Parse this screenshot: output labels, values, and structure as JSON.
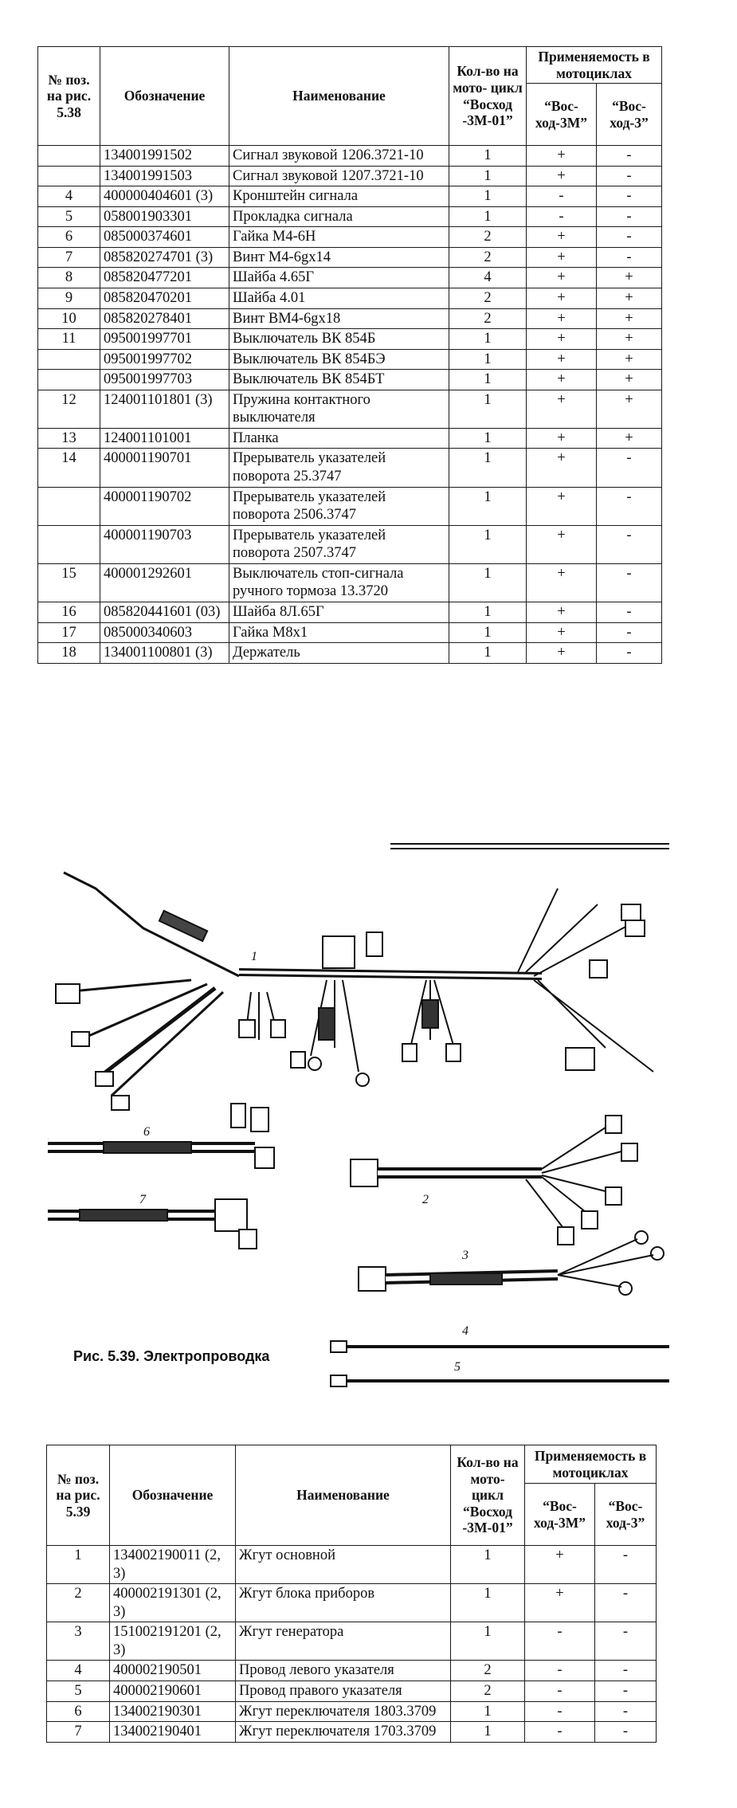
{
  "table1": {
    "headers": {
      "pos": "№ поз. на рис. 5.38",
      "code": "Обозначение",
      "name": "Наименование",
      "qty": "Кол-во на мото- цикл “Восход -3М-01”",
      "applic": "Применяемость в мотоциклах",
      "m3": "“Вос- ход-3М”",
      "m3b": "“Вос- ход-3”"
    },
    "rows": [
      {
        "pos": "",
        "code": "134001991502",
        "name": "Сигнал звуковой 1206.3721-10",
        "qty": "1",
        "a": "+",
        "b": "-"
      },
      {
        "pos": "",
        "code": "134001991503",
        "name": "Сигнал звуковой 1207.3721-10",
        "qty": "1",
        "a": "+",
        "b": "-"
      },
      {
        "pos": "4",
        "code": "400000404601 (3)",
        "name": "Кронштейн сигнала",
        "qty": "1",
        "a": "-",
        "b": "-"
      },
      {
        "pos": "5",
        "code": "058001903301",
        "name": "Прокладка сигнала",
        "qty": "1",
        "a": "-",
        "b": "-"
      },
      {
        "pos": "6",
        "code": "085000374601",
        "name": "Гайка М4-6Н",
        "qty": "2",
        "a": "+",
        "b": "-"
      },
      {
        "pos": "7",
        "code": "085820274701 (3)",
        "name": "Винт М4-6gx14",
        "qty": "2",
        "a": "+",
        "b": "-"
      },
      {
        "pos": "8",
        "code": "085820477201",
        "name": "Шайба 4.65Г",
        "qty": "4",
        "a": "+",
        "b": "+"
      },
      {
        "pos": "9",
        "code": "085820470201",
        "name": "Шайба 4.01",
        "qty": "2",
        "a": "+",
        "b": "+"
      },
      {
        "pos": "10",
        "code": "085820278401",
        "name": "Винт ВМ4-6gx18",
        "qty": "2",
        "a": "+",
        "b": "+"
      },
      {
        "pos": "11",
        "code": "095001997701",
        "name": "Выключатель ВК 854Б",
        "qty": "1",
        "a": "+",
        "b": "+"
      },
      {
        "pos": "",
        "code": "095001997702",
        "name": "Выключатель ВК 854БЭ",
        "qty": "1",
        "a": "+",
        "b": "+"
      },
      {
        "pos": "",
        "code": "095001997703",
        "name": "Выключатель ВК 854БТ",
        "qty": "1",
        "a": "+",
        "b": "+"
      },
      {
        "pos": "12",
        "code": "124001101801 (3)",
        "name": "Пружина контактного выключателя",
        "qty": "1",
        "a": "+",
        "b": "+"
      },
      {
        "pos": "13",
        "code": "124001101001",
        "name": "Планка",
        "qty": "1",
        "a": "+",
        "b": "+"
      },
      {
        "pos": "14",
        "code": "400001190701",
        "name": "Прерыватель указателей поворота 25.3747",
        "qty": "1",
        "a": "+",
        "b": "-"
      },
      {
        "pos": "",
        "code": "400001190702",
        "name": "Прерыватель указателей поворота 2506.3747",
        "qty": "1",
        "a": "+",
        "b": "-"
      },
      {
        "pos": "",
        "code": "400001190703",
        "name": "Прерыватель указателей поворота 2507.3747",
        "qty": "1",
        "a": "+",
        "b": "-"
      },
      {
        "pos": "15",
        "code": "400001292601",
        "name": "Выключатель стоп-сигнала ручного тормоза 13.3720",
        "qty": "1",
        "a": "+",
        "b": "-"
      },
      {
        "pos": "16",
        "code": "085820441601 (03)",
        "name": "Шайба 8Л.65Г",
        "qty": "1",
        "a": "+",
        "b": "-"
      },
      {
        "pos": "17",
        "code": "085000340603",
        "name": "Гайка М8х1",
        "qty": "1",
        "a": "+",
        "b": "-"
      },
      {
        "pos": "18",
        "code": "134001100801 (3)",
        "name": "Держатель",
        "qty": "1",
        "a": "+",
        "b": "-"
      }
    ]
  },
  "figure": {
    "caption": "Рис. 5.39. Электропроводка",
    "labels": [
      "1",
      "2",
      "3",
      "4",
      "5",
      "6",
      "7"
    ]
  },
  "table2": {
    "headers": {
      "pos": "№ поз. на рис. 5.39",
      "code": "Обозначение",
      "name": "Наименование",
      "qty": "Кол-во на мото- цикл “Восход -3М-01”",
      "applic": "Применяемость в мотоциклах",
      "m3": "“Вос- ход-3М”",
      "m3b": "“Вос- ход-3”"
    },
    "rows": [
      {
        "pos": "1",
        "code": "134002190011 (2, 3)",
        "name": "Жгут основной",
        "qty": "1",
        "a": "+",
        "b": "-"
      },
      {
        "pos": "2",
        "code": "400002191301 (2, 3)",
        "name": "Жгут блока приборов",
        "qty": "1",
        "a": "+",
        "b": "-"
      },
      {
        "pos": "3",
        "code": "151002191201 (2, 3)",
        "name": "Жгут генератора",
        "qty": "1",
        "a": "-",
        "b": "-"
      },
      {
        "pos": "4",
        "code": "400002190501",
        "name": "Провод левого указателя",
        "qty": "2",
        "a": "-",
        "b": "-"
      },
      {
        "pos": "5",
        "code": "400002190601",
        "name": "Провод правого указателя",
        "qty": "2",
        "a": "-",
        "b": "-"
      },
      {
        "pos": "6",
        "code": "134002190301",
        "name": "Жгут переключателя 1803.3709",
        "qty": "1",
        "a": "-",
        "b": "-"
      },
      {
        "pos": "7",
        "code": "134002190401",
        "name": "Жгут переключателя 1703.3709",
        "qty": "1",
        "a": "-",
        "b": "-"
      }
    ]
  },
  "colors": {
    "ink": "#111111",
    "paper": "#ffffff"
  }
}
